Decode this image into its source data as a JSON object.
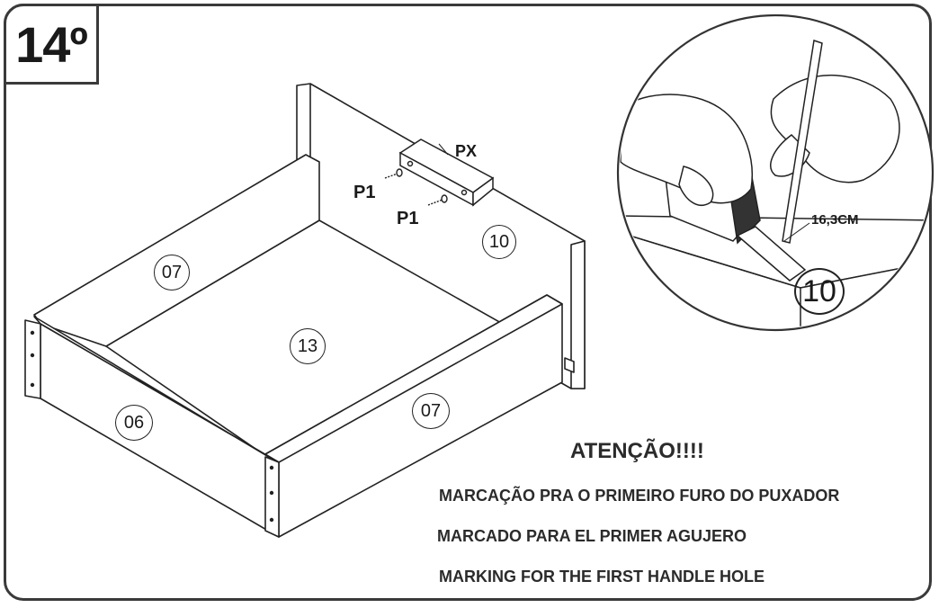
{
  "step": {
    "number": "14º"
  },
  "labels": {
    "px": "PX",
    "p1_top": "P1",
    "p1_bottom": "P1",
    "measure": "16,3CM"
  },
  "parts": {
    "back_panel": "10",
    "side_left": "07",
    "bottom_panel": "13",
    "front_panel": "06",
    "side_right": "07",
    "detail_panel": "10"
  },
  "notice": {
    "title": "ATENÇÃO!!!!",
    "pt": "MARCAÇÃO PRA O PRIMEIRO FURO DO PUXADOR",
    "es": "MARCADO PARA EL PRIMER AGUJERO",
    "en": "MARKING FOR THE FIRST HANDLE HOLE"
  }
}
